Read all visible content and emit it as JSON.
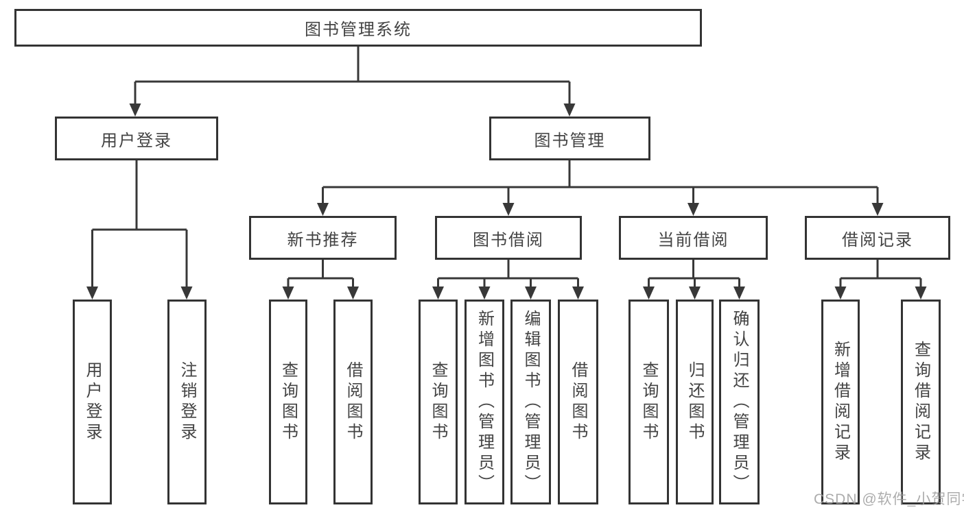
{
  "diagram_title": "图书管理系统",
  "colors": {
    "line": "#383838",
    "box_border": "#333333",
    "text": "#434343",
    "background": "#ffffff",
    "watermark": "#9e9e9e"
  },
  "tree": {
    "root": {
      "label": "图书管理系统"
    },
    "branches": [
      {
        "label": "用户登录",
        "children": [
          {
            "label": "用户登录"
          },
          {
            "label": "注销登录"
          }
        ]
      },
      {
        "label": "图书管理",
        "children": [
          {
            "label": "新书推荐",
            "children": [
              {
                "label": "查询图书"
              },
              {
                "label": "借阅图书"
              }
            ]
          },
          {
            "label": "图书借阅",
            "children": [
              {
                "label": "查询图书"
              },
              {
                "label": "新增图书（管理员）"
              },
              {
                "label": "编辑图书（管理员）"
              },
              {
                "label": "借阅图书"
              }
            ]
          },
          {
            "label": "当前借阅",
            "children": [
              {
                "label": "查询图书"
              },
              {
                "label": "归还图书"
              },
              {
                "label": "确认归还（管理员）"
              }
            ]
          },
          {
            "label": "借阅记录",
            "children": [
              {
                "label": "新增借阅记录"
              },
              {
                "label": "查询借阅记录"
              }
            ]
          }
        ]
      }
    ]
  },
  "watermark": {
    "text": "CSDN @软件_小贺同学"
  }
}
